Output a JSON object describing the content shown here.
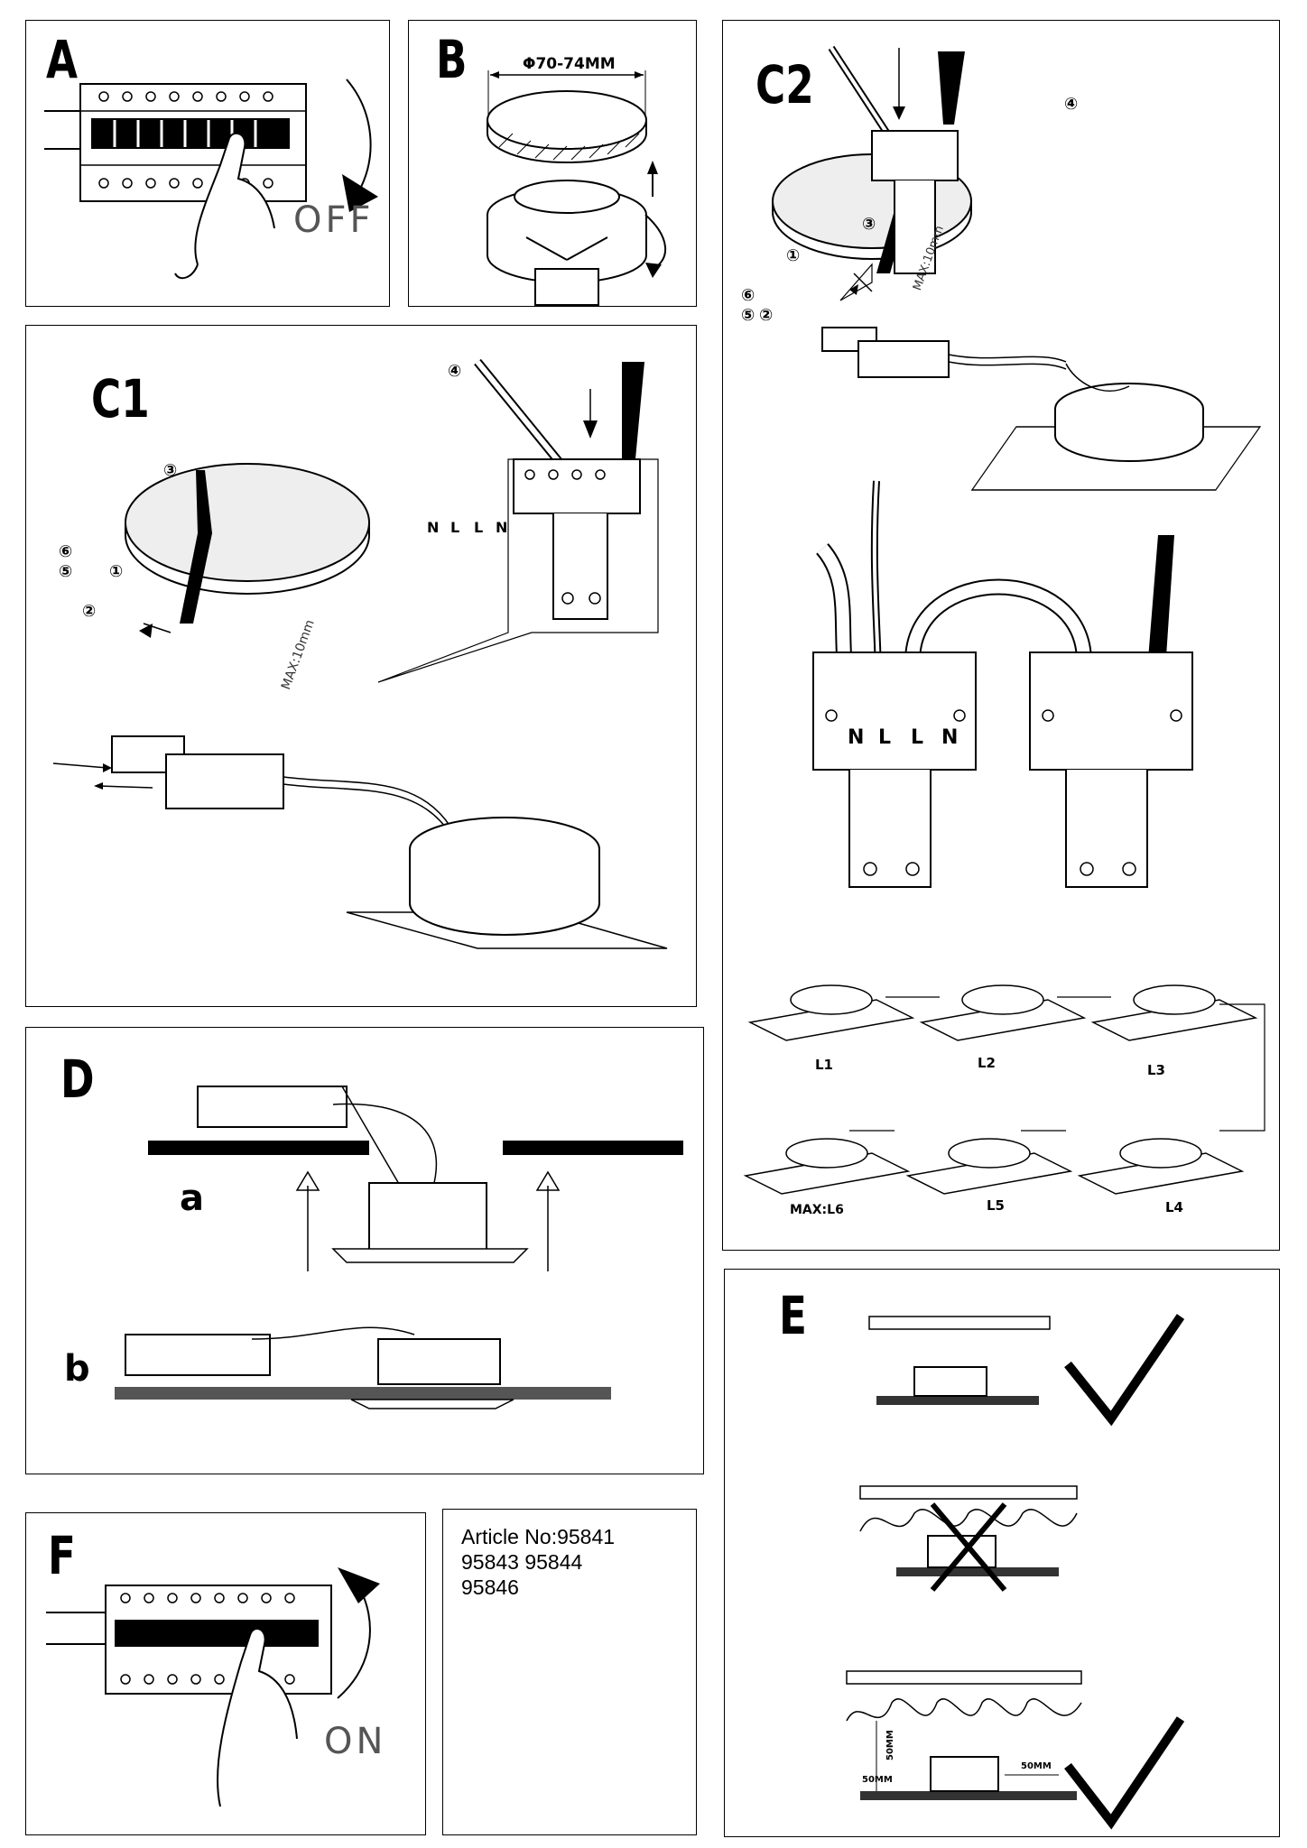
{
  "panels": {
    "a": {
      "letter": "A",
      "state": "OFF"
    },
    "b": {
      "letter": "B",
      "diameter": "Φ70-74MM"
    },
    "c1": {
      "letter": "C1",
      "steps": [
        "①",
        "②",
        "③",
        "④",
        "⑤",
        "⑥"
      ],
      "max_strip": "MAX:10mm",
      "terminals": [
        "N",
        "L",
        "L",
        "N"
      ]
    },
    "c2": {
      "letter": "C2",
      "steps": [
        "①",
        "②",
        "③",
        "④",
        "⑤",
        "⑥"
      ],
      "max_strip": "MAX:10mm",
      "terminals": [
        "N",
        "L",
        "L",
        "N"
      ],
      "chain_labels": [
        "L1",
        "L2",
        "L3",
        "L4",
        "L5",
        "MAX:L6"
      ]
    },
    "d": {
      "letter": "D",
      "sub_a": "a",
      "sub_b": "b"
    },
    "e": {
      "letter": "E",
      "clearance_labels": [
        "50MM",
        "50MM",
        "50MM"
      ]
    },
    "f": {
      "letter": "F",
      "state": "ON"
    }
  },
  "article": {
    "line1": "Article No:95841",
    "line2": "95843 95844",
    "line3": "95846"
  }
}
